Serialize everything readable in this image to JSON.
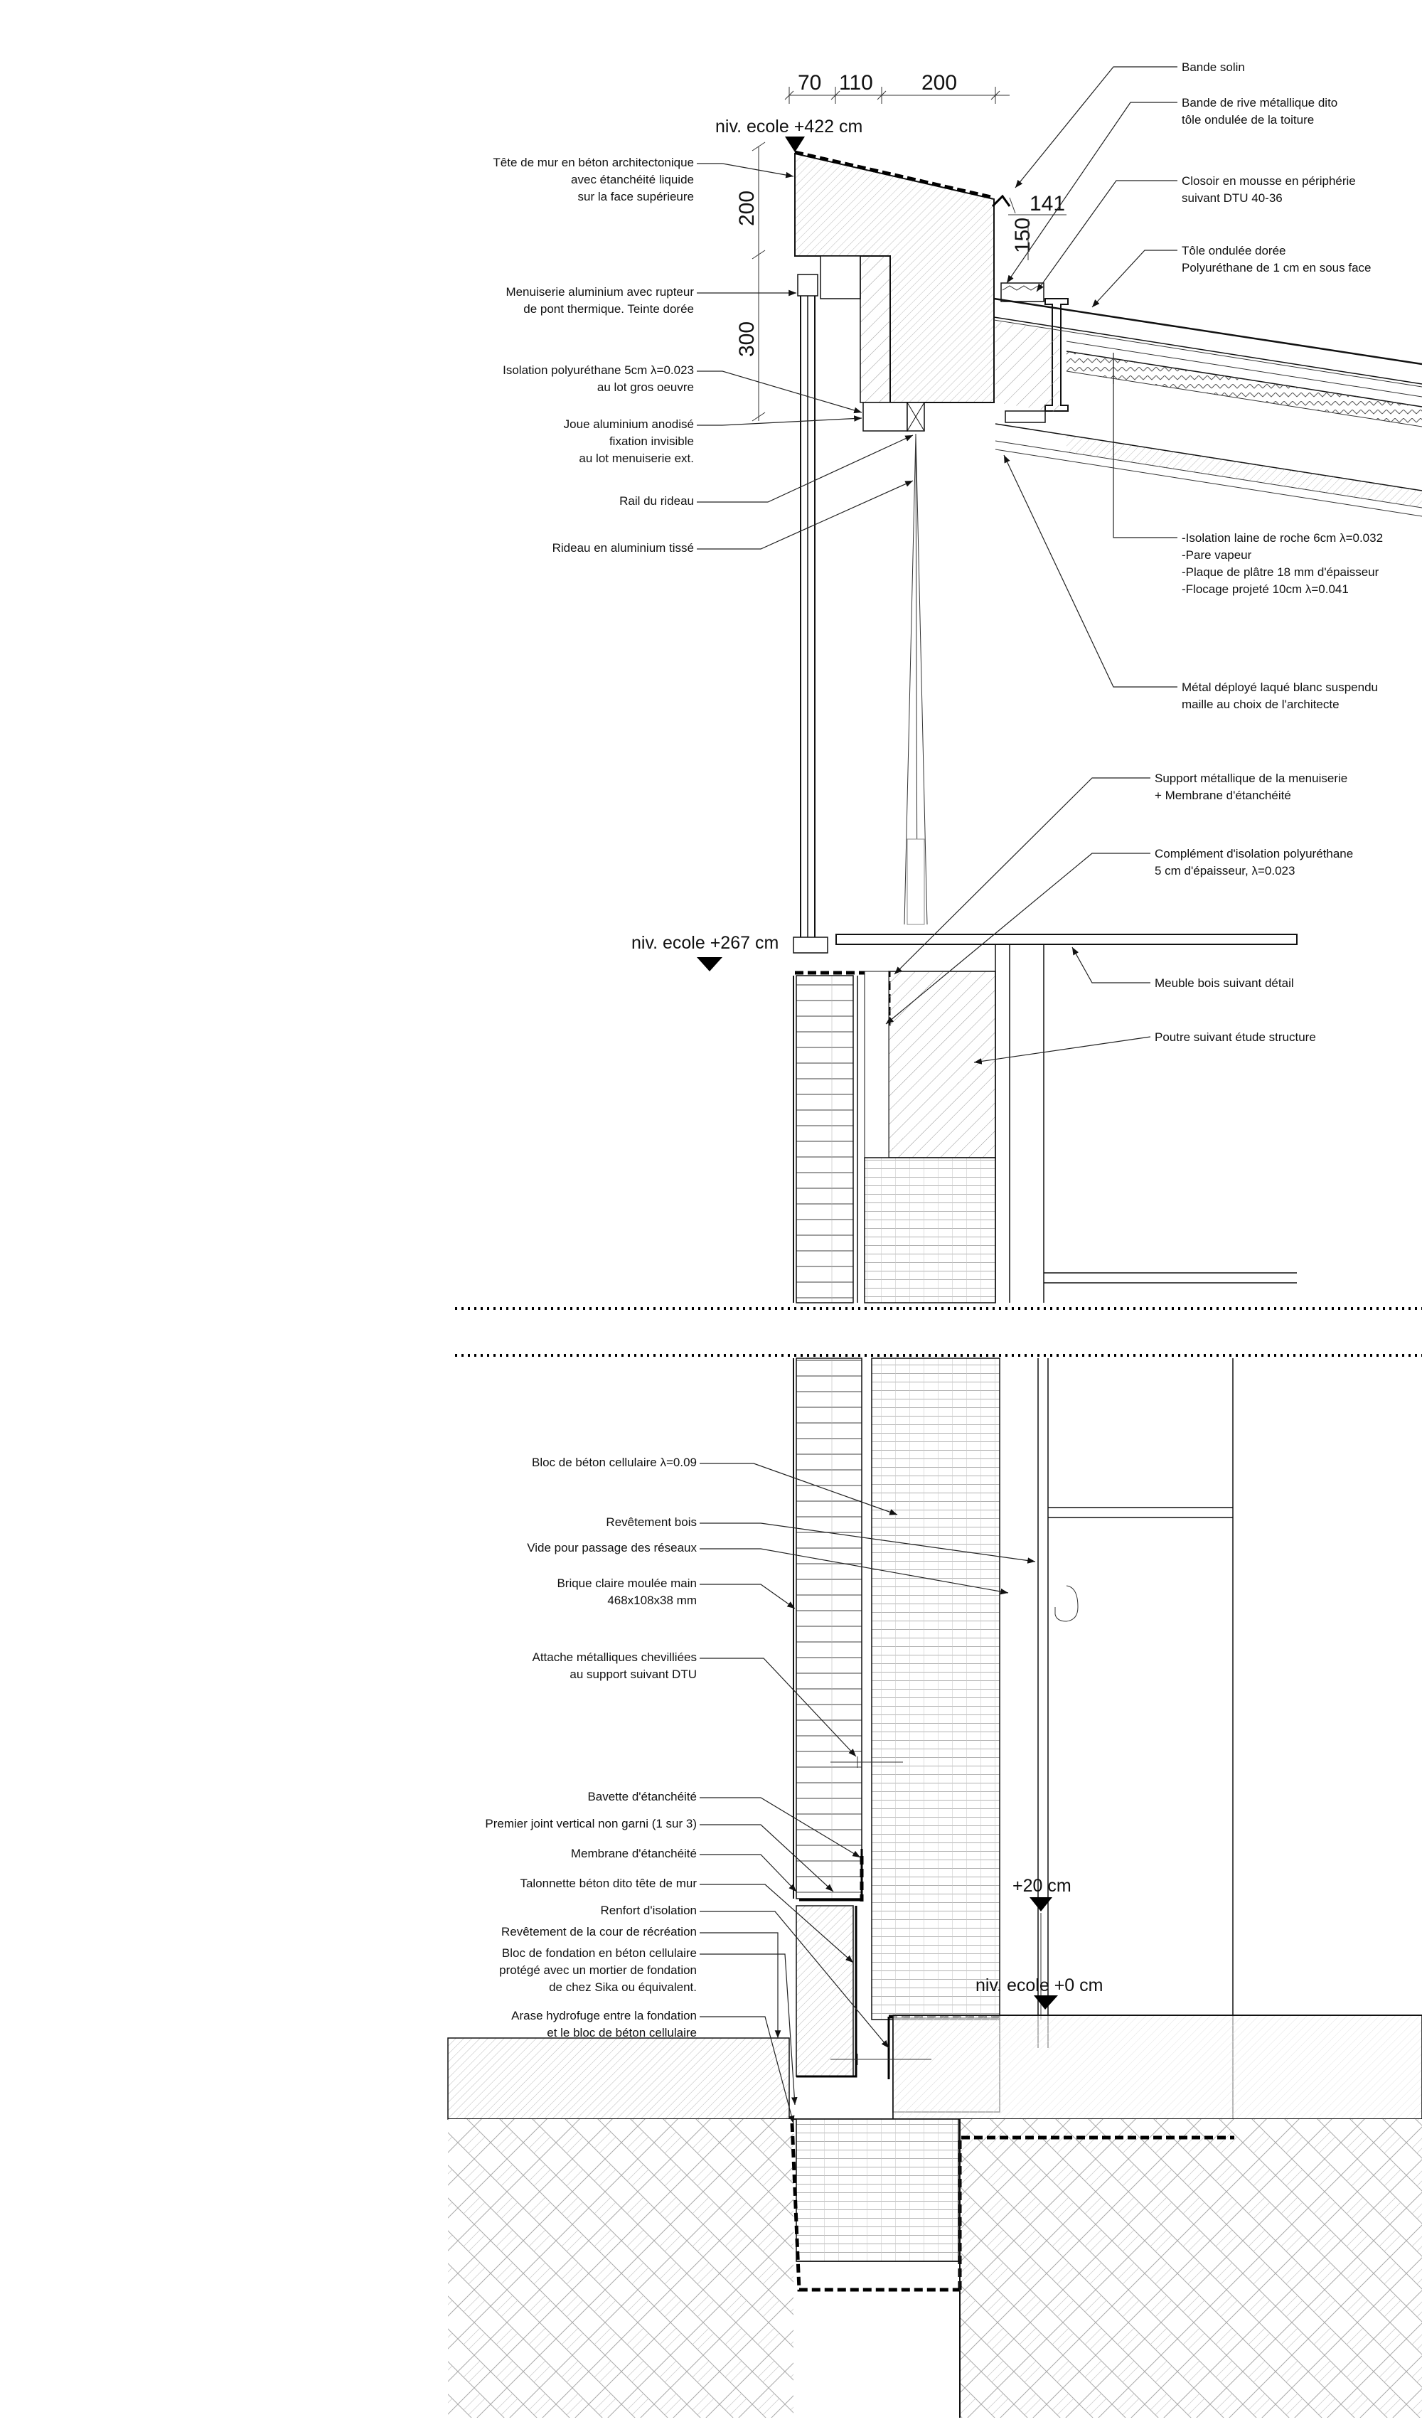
{
  "dimensions": {
    "top": [
      "70",
      "110",
      "200"
    ],
    "side_200": "200",
    "side_300": "300",
    "d141": "141",
    "d150": "150"
  },
  "levels": {
    "top": "niv. ecole +422 cm",
    "mid": "niv. ecole +267 cm",
    "plus20": "+20 cm",
    "zero": "niv. ecole +0 cm"
  },
  "notes_left_top": {
    "tete_mur": [
      "Tête de mur en béton architectonique",
      "avec étanchéité liquide",
      "sur la face supérieure"
    ],
    "menuiserie": [
      "Menuiserie aluminium avec rupteur",
      "de pont thermique. Teinte dorée"
    ],
    "isolation_pu": [
      "Isolation polyuréthane 5cm λ=0.023",
      "au lot gros oeuvre"
    ],
    "joue": [
      "Joue aluminium anodisé",
      "fixation invisible",
      "au lot menuiserie ext."
    ],
    "rail": [
      "Rail du rideau"
    ],
    "rideau": [
      "Rideau en aluminium tissé"
    ]
  },
  "notes_right_top": {
    "bande_solin": [
      "Bande solin"
    ],
    "bande_rive": [
      "Bande de rive métallique dito",
      "tôle ondulée de la toiture"
    ],
    "closoir": [
      "Closoir en mousse en périphérie",
      "suivant DTU 40-36"
    ],
    "tole": [
      "Tôle ondulée dorée",
      "Polyuréthane de 1 cm en sous face"
    ],
    "isolation_laine": [
      "-Isolation laine de roche 6cm λ=0.032",
      "-Pare vapeur",
      "-Plaque de plâtre 18 mm d'épaisseur",
      "-Flocage projeté 10cm λ=0.041"
    ],
    "metal_deploye": [
      "Métal déployé laqué blanc suspendu",
      "maille au choix de l'architecte"
    ],
    "support_menuiserie": [
      "Support métallique de la menuiserie",
      "+ Membrane d'étanchéité"
    ],
    "complement": [
      "Complément d'isolation polyuréthane",
      "5 cm d'épaisseur, λ=0.023"
    ],
    "meuble": [
      "Meuble bois suivant détail"
    ],
    "poutre": [
      "Poutre suivant étude structure"
    ]
  },
  "notes_left_bottom": {
    "bloc_beton": [
      "Bloc de béton cellulaire λ=0.09"
    ],
    "revetement_bois": [
      "Revêtement bois"
    ],
    "vide": [
      "Vide pour passage des réseaux"
    ],
    "brique": [
      "Brique claire moulée main",
      "468x108x38 mm"
    ],
    "attache": [
      "Attache métalliques chevilliées",
      "au support suivant DTU"
    ],
    "bavette": [
      "Bavette d'étanchéité"
    ],
    "joint": [
      "Premier joint vertical non garni (1 sur 3)"
    ],
    "membrane": [
      "Membrane d'étanchéité"
    ],
    "talonnette": [
      "Talonnette béton dito tête de mur"
    ],
    "renfort": [
      "Renfort d'isolation"
    ],
    "revetement_cour": [
      "Revêtement de la cour de récréation"
    ],
    "bloc_fondation": [
      "Bloc de fondation en béton cellulaire",
      "protégé avec un mortier de fondation",
      "de chez Sika ou équivalent."
    ],
    "arase": [
      "Arase hydrofuge entre la fondation",
      "et le bloc de béton cellulaire"
    ]
  }
}
